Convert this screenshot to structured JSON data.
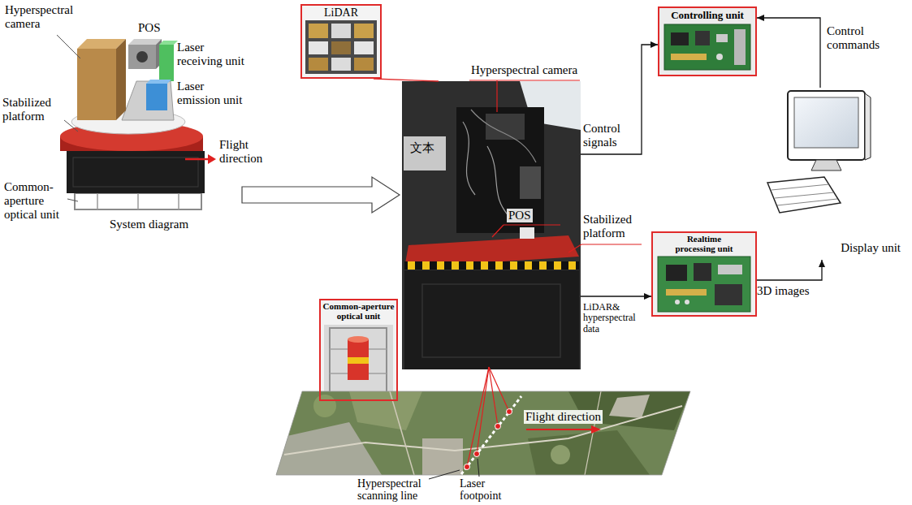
{
  "diagram": {
    "nodes": [
      {
        "text": [
          "System diagram"
        ]
      },
      {
        "text": [
          "LiDAR"
        ]
      },
      {
        "text": [
          "文本"
        ]
      },
      {
        "text": [
          "Common-aperture optical unit"
        ]
      },
      {
        "text": [
          "Controlling unit"
        ]
      },
      {
        "text": [
          "Realtime processing unit"
        ]
      },
      {
        "text": [
          "Display unit"
        ]
      }
    ],
    "edges": [
      {
        "from": 0,
        "to": 2,
        "arrow": "to"
      },
      {
        "from": 1,
        "to": 2,
        "arrow": "none"
      },
      {
        "from": 2,
        "to": 4,
        "label": "Control signals",
        "arrow": "to"
      },
      {
        "from": 6,
        "to": 4,
        "label": "Control commands",
        "arrow": "to"
      },
      {
        "from": 2,
        "to": 5,
        "label": "LiDAR& hyperspectral data",
        "arrow": "to"
      },
      {
        "from": 5,
        "to": 6,
        "label": "3D images",
        "arrow": "to"
      }
    ],
    "labels": [
      "Hyperspectral camera",
      "POS",
      "Laser receiving unit",
      "Laser emission unit",
      "Stabilized platform",
      "Flight direction",
      "Common- aperture optical unit",
      "Hyperspectral camera",
      "POS",
      "Stabilized platform",
      "Flight direction",
      "Hyperspectral scanning line",
      "Laser footpoint"
    ]
  }
}
